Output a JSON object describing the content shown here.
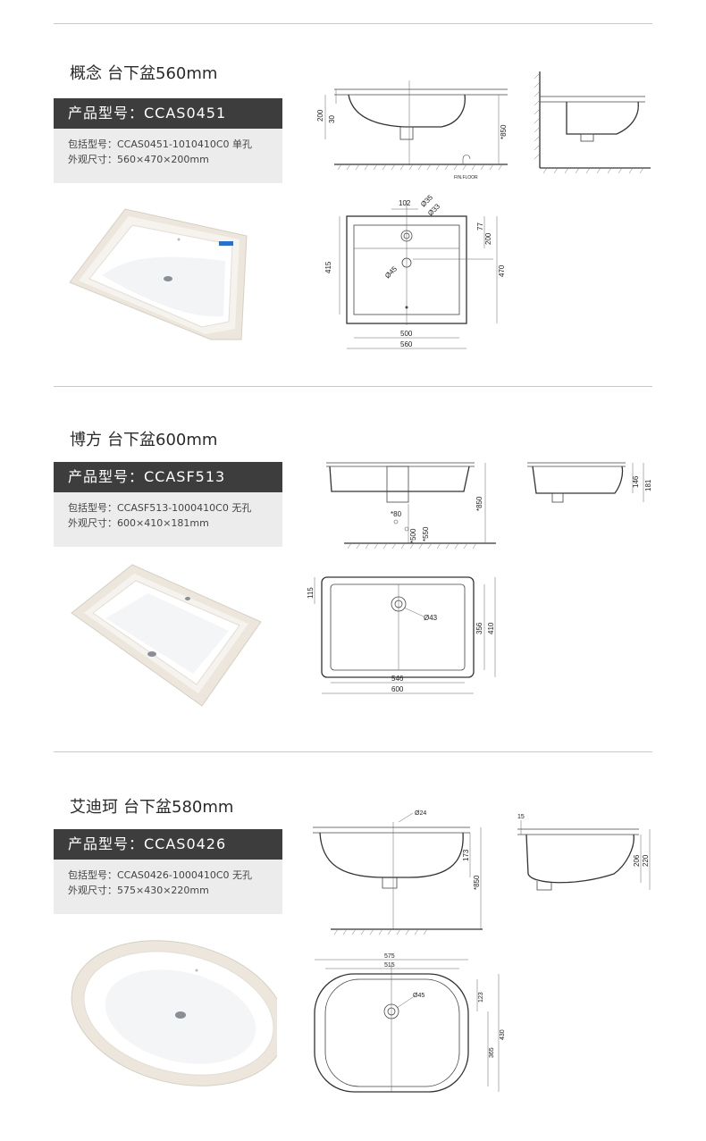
{
  "products": [
    {
      "name": "概念",
      "type": "台下盆560mm",
      "model_label": "产品型号：CCAS0451",
      "includes": "包括型号：CCAS0451-1010410C0 单孔",
      "size": "外观尺寸：560×470×200mm",
      "drawing_labels": {
        "d200": "200",
        "d30": "30",
        "d850": "*850",
        "fin_floor": "FIN.FLOOR",
        "d102": "102",
        "d35": "Ø35",
        "d33": "Ø33",
        "d45": "Ø45",
        "d77": "77",
        "d200b": "200",
        "d415": "415",
        "d470": "470",
        "d500": "500",
        "d560": "560"
      }
    },
    {
      "name": "博方",
      "type": "台下盆600mm",
      "model_label": "产品型号：CCASF513",
      "includes": "包括型号：CCASF513-1000410C0 无孔",
      "size": "外观尺寸：600×410×181mm",
      "drawing_labels": {
        "d850": "*850",
        "d80": "*80",
        "d500": "*500",
        "d550": "*550",
        "d146": "146",
        "d181": "181",
        "d115": "115",
        "d43": "Ø43",
        "d356": "356",
        "d410": "410",
        "d546": "546",
        "d600": "600"
      }
    },
    {
      "name": "艾迪珂",
      "type": "台下盆580mm",
      "model_label": "产品型号：CCAS0426",
      "includes": "包括型号：CCAS0426-1000410C0 无孔",
      "size": "外观尺寸：575×430×220mm",
      "drawing_labels": {
        "d24": "Ø24",
        "d173": "173",
        "d850": "*850",
        "d15": "15",
        "d206": "206",
        "d220": "220",
        "d575": "575",
        "d515": "515",
        "d45": "Ø45",
        "d123": "123",
        "d365": "365",
        "d430": "430"
      }
    }
  ],
  "colors": {
    "header_bg": "#3d3d3d",
    "body_bg": "#ececec",
    "porcelain": "#ffffff",
    "rim": "#ece6dc"
  }
}
